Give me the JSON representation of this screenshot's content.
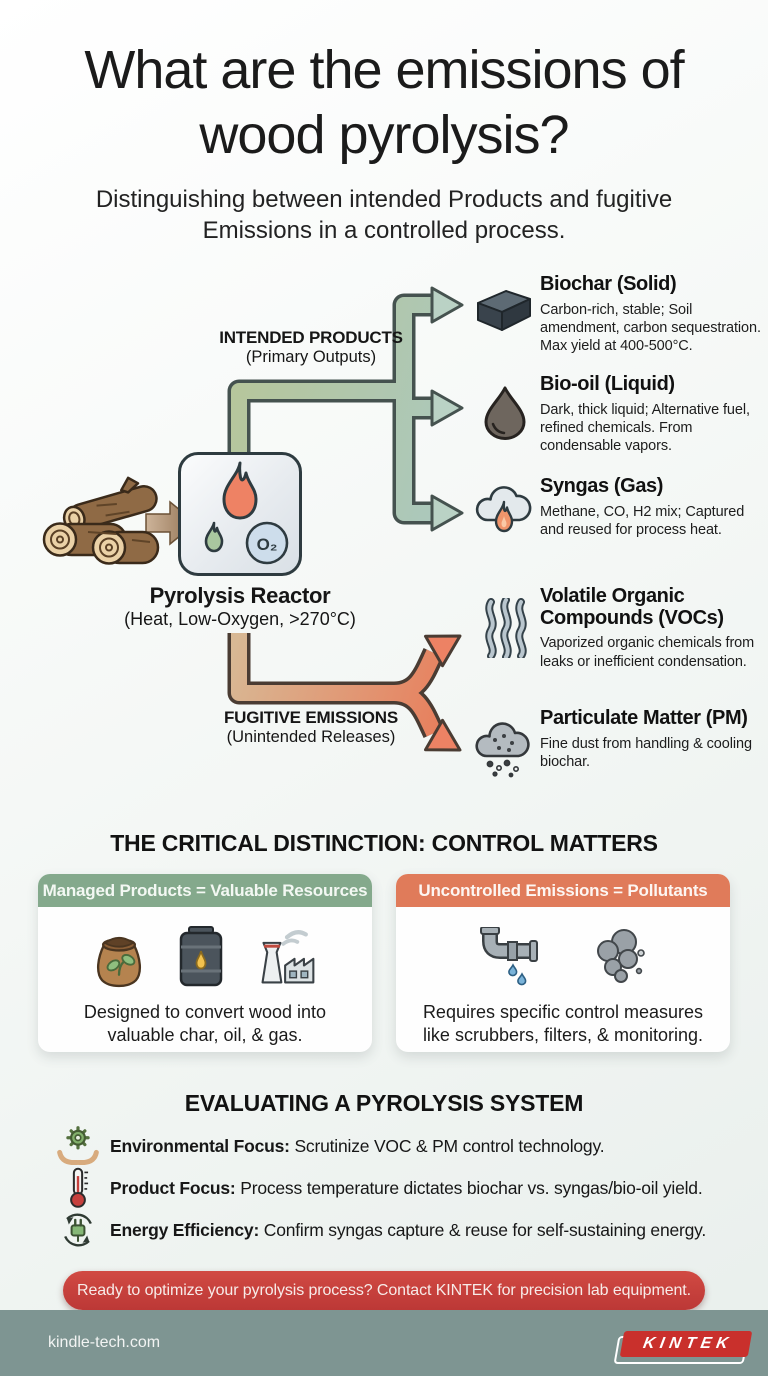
{
  "header": {
    "title": "What are the emissions of wood pyrolysis?",
    "subtitle": "Distinguishing between intended Products and fugitive Emissions in a controlled process."
  },
  "diagram": {
    "intended_label": "INTENDED PRODUCTS",
    "intended_sublabel": "(Primary Outputs)",
    "fugitive_label": "FUGITIVE EMISSIONS",
    "fugitive_sublabel": "(Unintended Releases)",
    "reactor_title": "Pyrolysis Reactor",
    "reactor_subtitle": "(Heat, Low-Oxygen, >270°C)",
    "reactor_o2": "O₂",
    "input_icon": "wood-logs-icon",
    "products": [
      {
        "title": "Biochar (Solid)",
        "desc": "Carbon-rich, stable; Soil amendment, carbon sequestration. Max yield at 400-500°C.",
        "icon": "biochar-block-icon"
      },
      {
        "title": "Bio-oil (Liquid)",
        "desc": "Dark, thick liquid; Alternative fuel, refined chemicals. From condensable vapors.",
        "icon": "oil-droplet-icon"
      },
      {
        "title": "Syngas (Gas)",
        "desc": "Methane, CO, H2 mix; Captured and reused for process heat.",
        "icon": "syngas-cloud-icon"
      }
    ],
    "emissions": [
      {
        "title": "Volatile Organic Compounds (VOCs)",
        "desc": "Vaporized organic chemicals from leaks or inefficient condensation.",
        "icon": "vapor-waves-icon"
      },
      {
        "title": "Particulate Matter (PM)",
        "desc": "Fine dust from handling & cooling biochar.",
        "icon": "dust-cloud-icon"
      }
    ]
  },
  "distinction": {
    "heading": "THE CRITICAL DISTINCTION: CONTROL MATTERS",
    "cards": [
      {
        "header": "Managed Products = Valuable Resources",
        "header_color": "#84a98c",
        "text": "Designed to convert wood into valuable char, oil, & gas.",
        "icons": [
          "biochar-sack-icon",
          "oil-barrel-icon",
          "factory-icon"
        ]
      },
      {
        "header": "Uncontrolled Emissions = Pollutants",
        "header_color": "#e07b5a",
        "text": "Requires specific control measures like scrubbers, filters, & monitoring.",
        "icons": [
          "leaking-pipe-icon",
          "smoke-plume-icon"
        ]
      }
    ]
  },
  "evaluation": {
    "heading": "EVALUATING A PYROLYSIS SYSTEM",
    "items": [
      {
        "icon": "hands-gear-icon",
        "label": "Environmental Focus:",
        "text": "Scrutinize VOC & PM control technology."
      },
      {
        "icon": "thermometer-icon",
        "label": "Product Focus:",
        "text": "Process temperature dictates biochar vs. syngas/bio-oil yield."
      },
      {
        "icon": "energy-recycle-icon",
        "label": "Energy Efficiency:",
        "text": "Confirm syngas capture & reuse for self-sustaining energy."
      }
    ]
  },
  "cta": {
    "text": "Ready to optimize your pyrolysis process? Contact KINTEK for precision lab equipment."
  },
  "footer": {
    "website": "kindle-tech.com",
    "logo": "KINTEK"
  },
  "colors": {
    "accent_green": "#84a98c",
    "accent_orange": "#e07b5a",
    "cta_red": "#c63f3e",
    "footer_teal": "#7e9592",
    "pipe_green": "#b6c69c",
    "pipe_teal": "#abc8bd",
    "pipe_orange": "#e97a58",
    "pipe_tan": "#d8b894"
  }
}
